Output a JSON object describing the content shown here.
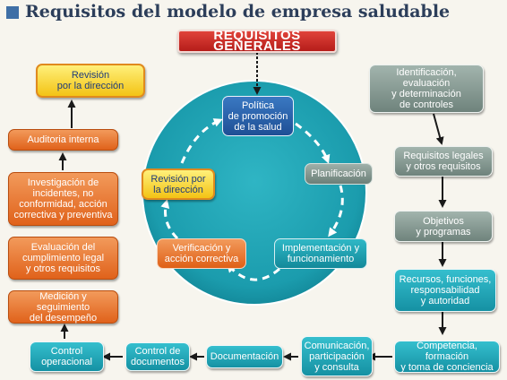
{
  "title": "Requisitos del modelo de empresa saludable",
  "colors": {
    "orange": "#e0621b",
    "yellow": "#f3c315",
    "gray": "#7b8f88",
    "teal": "#1a9aab",
    "blue": "#2a62ad",
    "red": "#c42a24",
    "circle": "#1fa5b5"
  },
  "header_box": "REQUISITOS GENERALES",
  "circle": {
    "politica": "Política\nde promoción\nde la salud",
    "planificacion": "Planificación",
    "implementacion": "Implementación y\nfuncionamiento",
    "verificacion": "Verificación y\nacción correctiva",
    "revision": "Revisión por\nla dirección"
  },
  "left_column": {
    "revision": "Revisión\npor la dirección",
    "auditoria": "Auditoria interna",
    "investigacion": "Investigación de\nincidentes, no\nconformidad, acción\ncorrectiva y preventiva",
    "evaluacion": "Evaluación del\ncumplimiento legal\ny otros requisitos",
    "medicion": "Medición y seguimiento\ndel desempeño"
  },
  "right_column": {
    "identificacion": "Identificación, evaluación\ny determinación\nde controles",
    "requisitos_legales": "Requisitos legales\ny otros requisitos",
    "objetivos": "Objetivos\ny programas",
    "recursos": "Recursos, funciones,\nresponsabilidad\ny autoridad"
  },
  "bottom_row": {
    "control_operacional": "Control\noperacional",
    "control_documentos": "Control de\ndocumentos",
    "documentacion": "Documentación",
    "comunicacion": "Comunicación,\nparticipación\ny consulta",
    "competencia": "Competencia, formación\ny toma de conciencia"
  }
}
